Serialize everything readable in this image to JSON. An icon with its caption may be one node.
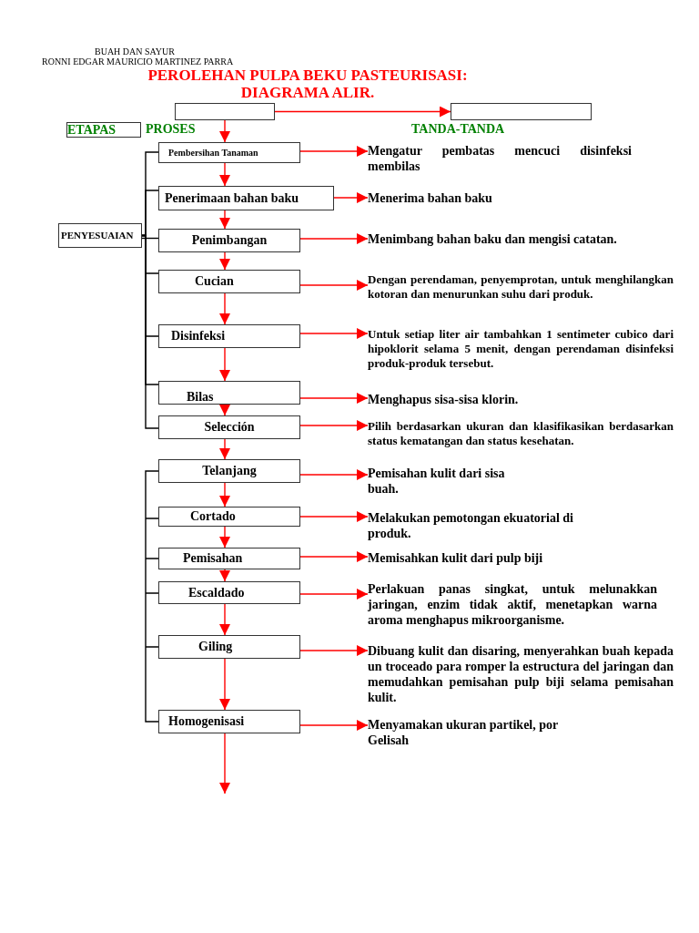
{
  "diagram": {
    "title": "PEROLEHAN PULPA BEKU PASTEURISASI: DIAGRAMA ALIR.",
    "nodes": [
      {
        "text": [
          "ETAPAS"
        ]
      },
      {
        "text": [],
        "shape": "box"
      },
      {
        "text": [],
        "shape": "box"
      },
      {
        "text": [
          "PENYESUAIAN"
        ]
      },
      {
        "text": [
          "Pembersihan Tanaman"
        ]
      },
      {
        "text": [
          "Penerimaan bahan baku"
        ]
      },
      {
        "text": [
          "Penimbangan"
        ]
      },
      {
        "text": [
          "Cucian"
        ]
      },
      {
        "text": [
          "Disinfeksi"
        ]
      },
      {
        "text": [
          "Bilas"
        ]
      },
      {
        "text": [
          "Selección"
        ]
      },
      {
        "text": [
          "Telanjang"
        ]
      },
      {
        "text": [
          "Cortado"
        ]
      },
      {
        "text": [
          "Pemisahan"
        ]
      },
      {
        "text": [
          "Escaldado"
        ]
      },
      {
        "text": [
          "Giling"
        ]
      },
      {
        "text": [
          "Homogenisasi"
        ]
      },
      {
        "text": [
          "Mengatur pembatas mencuci disinfeksi membilas"
        ]
      },
      {
        "text": [
          "Menerima bahan baku"
        ]
      },
      {
        "text": [
          "Menimbang bahan baku dan mengisi catatan."
        ]
      },
      {
        "text": [
          "Dengan perendaman, penyemprotan, untuk menghilangkan kotoran dan menurunkan suhu dari produk."
        ]
      },
      {
        "text": [
          "Untuk setiap liter air tambahkan 1 sentimeter cubico dari hipoklorit selama 5 menit, dengan perendaman disinfeksi produk-produk tersebut."
        ]
      },
      {
        "text": [
          "Menghapus sisa-sisa klorin."
        ]
      },
      {
        "text": [
          "Pilih berdasarkan ukuran dan klasifikasikan berdasarkan status kematangan dan status kesehatan."
        ]
      },
      {
        "text": [
          "Pemisahan kulit dari sisa buah."
        ]
      },
      {
        "text": [
          "Melakukan pemotongan ekuatorial di produk."
        ]
      },
      {
        "text": [
          "Memisahkan kulit dari pulp biji"
        ]
      },
      {
        "text": [
          "Perlakuan panas singkat, untuk melunakkan jaringan, enzim tidak aktif, menetapkan warna aroma menghapus mikroorganisme."
        ]
      },
      {
        "text": [
          "Dibuang kulit dan disaring, menyerahkan buah kepada un troceado para romper la estructura del jaringan dan memudahkan pemisahan pulp biji selama pemisahan kulit."
        ]
      },
      {
        "text": [
          "Menyamakan ukuran partikel, por Gelisah"
        ]
      }
    ],
    "edges": [
      {
        "from": 1,
        "to": 2,
        "arrow": "to"
      },
      {
        "from": 1,
        "to": 4,
        "arrow": "to"
      },
      {
        "from": 4,
        "to": 5,
        "arrow": "to"
      },
      {
        "from": 5,
        "to": 6,
        "arrow": "to"
      },
      {
        "from": 6,
        "to": 7,
        "arrow": "to"
      },
      {
        "from": 7,
        "to": 8,
        "arrow": "to"
      },
      {
        "from": 8,
        "to": 9,
        "arrow": "to"
      },
      {
        "from": 9,
        "to": 10,
        "arrow": "to"
      },
      {
        "from": 10,
        "to": 11,
        "arrow": "to"
      },
      {
        "from": 11,
        "to": 12,
        "arrow": "to"
      },
      {
        "from": 12,
        "to": 13,
        "arrow": "to"
      },
      {
        "from": 13,
        "to": 14,
        "arrow": "to"
      },
      {
        "from": 14,
        "to": 15,
        "arrow": "to"
      },
      {
        "from": 15,
        "to": 16,
        "arrow": "to"
      },
      {
        "from": 16,
        "to": null,
        "arrow": "to"
      },
      {
        "from": 4,
        "to": 17,
        "arrow": "to"
      },
      {
        "from": 5,
        "to": 18,
        "arrow": "to"
      },
      {
        "from": 6,
        "to": 19,
        "arrow": "to"
      },
      {
        "from": 7,
        "to": 20,
        "arrow": "to"
      },
      {
        "from": 8,
        "to": 21,
        "arrow": "to"
      },
      {
        "from": 9,
        "to": 22,
        "arrow": "to"
      },
      {
        "from": 10,
        "to": 23,
        "arrow": "to"
      },
      {
        "from": 11,
        "to": 24,
        "arrow": "to"
      },
      {
        "from": 12,
        "to": 25,
        "arrow": "to"
      },
      {
        "from": 13,
        "to": 26,
        "arrow": "to"
      },
      {
        "from": 14,
        "to": 27,
        "arrow": "to"
      },
      {
        "from": 15,
        "to": 28,
        "arrow": "to"
      },
      {
        "from": 16,
        "to": 29,
        "arrow": "to"
      },
      {
        "from": 3,
        "to": 4,
        "arrow": "none",
        "color": "#000000"
      },
      {
        "from": 3,
        "to": 5,
        "arrow": "none",
        "color": "#000000"
      },
      {
        "from": 3,
        "to": 6,
        "arrow": "none",
        "color": "#000000"
      },
      {
        "from": 3,
        "to": 7,
        "arrow": "none",
        "color": "#000000"
      },
      {
        "from": 3,
        "to": 8,
        "arrow": "none",
        "color": "#000000"
      },
      {
        "from": 3,
        "to": 9,
        "arrow": "none",
        "color": "#000000"
      },
      {
        "from": 3,
        "to": 10,
        "arrow": "none",
        "color": "#000000"
      }
    ],
    "labels": [
      "BUAH DAN SAYUR",
      "RONNI EDGAR MAURICIO MARTINEZ PARRA",
      "PROSES",
      "TANDA-TANDA"
    ]
  }
}
